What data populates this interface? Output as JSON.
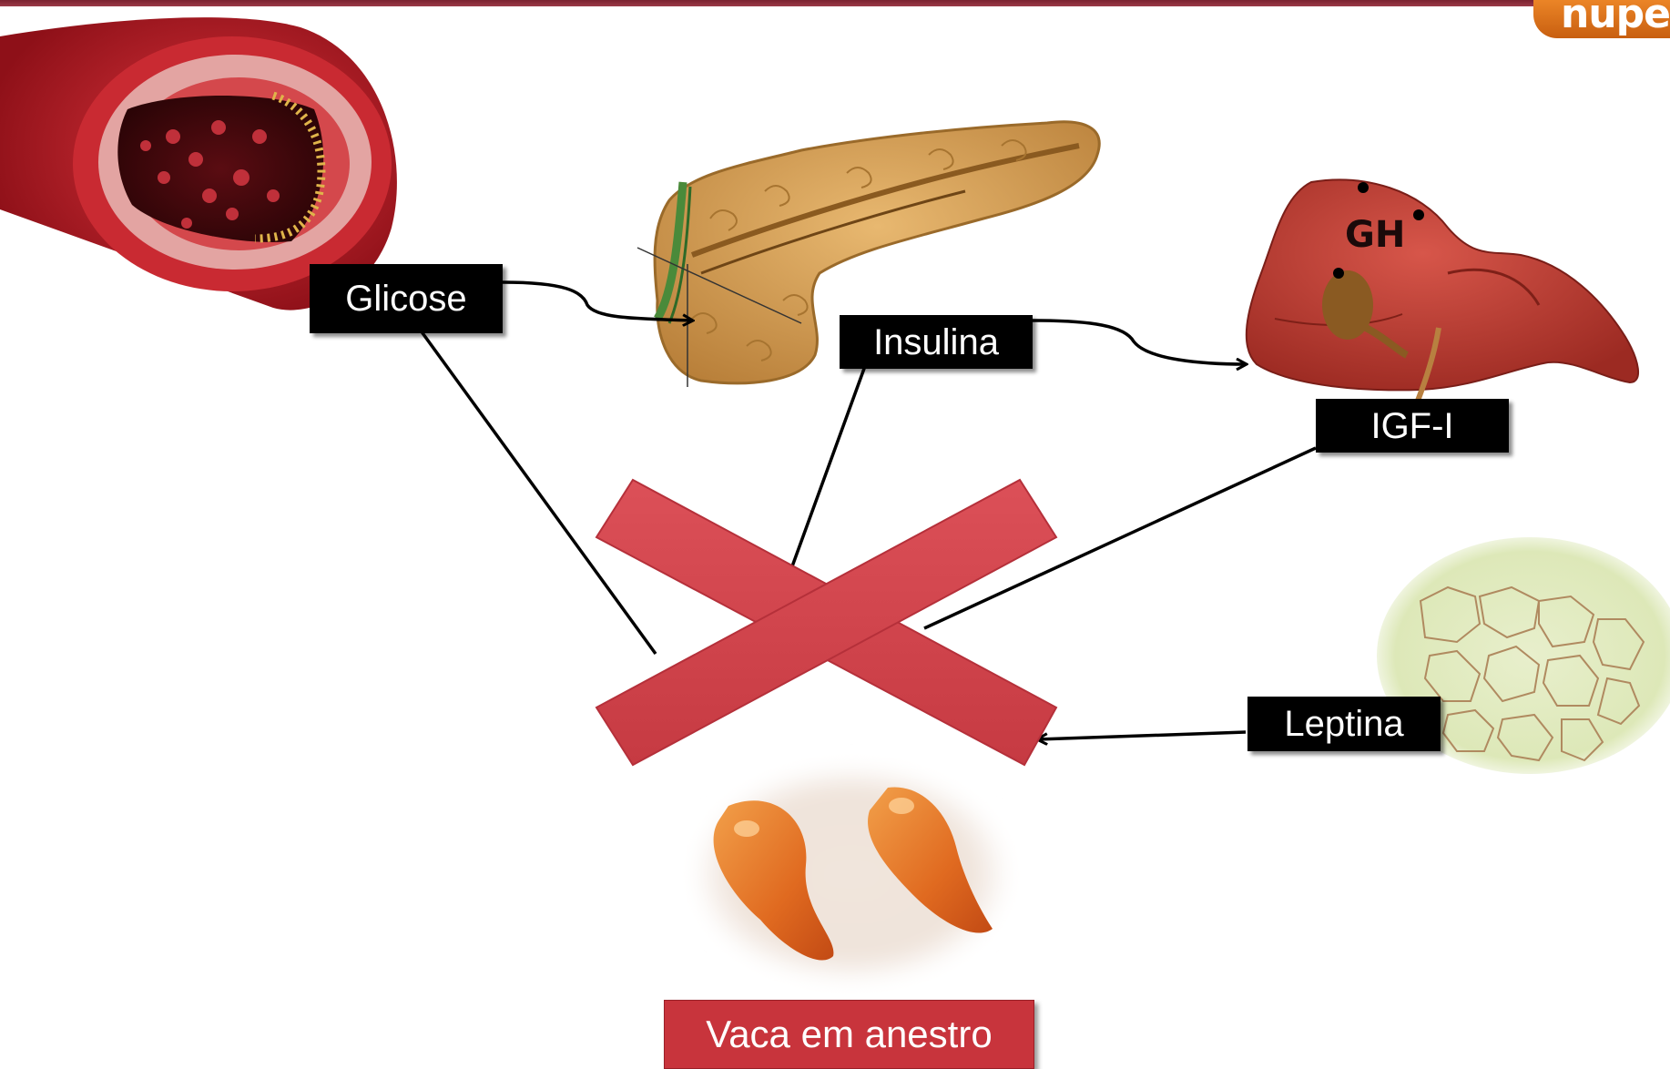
{
  "header": {
    "logo_text": "nupee"
  },
  "diagram": {
    "labels": {
      "glicose": "Glicose",
      "insulina": "Insulina",
      "igf": "IGF-I",
      "leptina": "Leptina",
      "gh": "GH"
    },
    "status": "Vaca em anestro"
  },
  "colors": {
    "label_bg": "#000000",
    "label_text": "#ffffff",
    "cross": "#d0434b",
    "status_bg": "#c8343c",
    "top_bar": "#8b2c3a",
    "logo": "#e8781e"
  }
}
